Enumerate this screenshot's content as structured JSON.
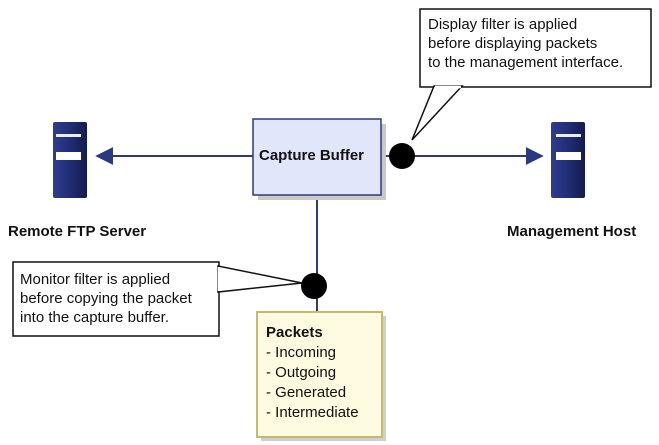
{
  "diagram": {
    "capture_buffer": "Capture Buffer",
    "remote_server_label": "Remote FTP Server",
    "management_host_label": "Management Host",
    "display_filter_note": [
      "Display filter is applied",
      "before displaying packets",
      "to the management interface."
    ],
    "monitor_filter_note": [
      "Monitor filter is applied",
      "before copying the packet",
      "into the capture buffer."
    ],
    "packets": {
      "title": "Packets",
      "items": [
        "- Incoming",
        "- Outgoing",
        "- Generated",
        "- Intermediate"
      ]
    }
  },
  "colors": {
    "line": "#2b3a7e",
    "server": "#1f2a6e",
    "capture_fill": "#e2e6fb",
    "packets_fill": "#fffbe0",
    "packets_border": "#c8b86a"
  }
}
